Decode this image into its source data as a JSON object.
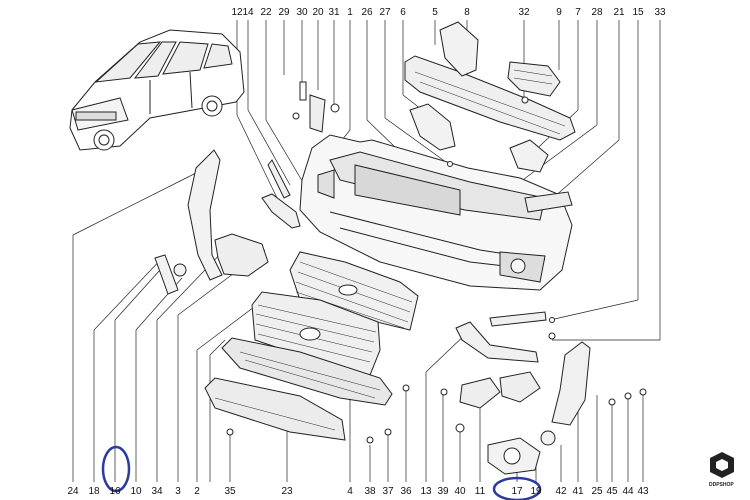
{
  "top_callouts": [
    "12",
    "14",
    "22",
    "29",
    "30",
    "20",
    "31",
    "1",
    "26",
    "27",
    "6",
    "5",
    "8",
    "32",
    "9",
    "7",
    "28",
    "21",
    "15",
    "33"
  ],
  "bottom_callouts": [
    "24",
    "18",
    "16",
    "10",
    "34",
    "3",
    "2",
    "35",
    "23",
    "4",
    "38",
    "37",
    "36",
    "13",
    "39",
    "40",
    "11",
    "17",
    "19",
    "42",
    "41",
    "25",
    "45",
    "44",
    "43"
  ],
  "highlighted_callouts": [
    "16",
    "17"
  ],
  "highlight_color": "#2e3a9e",
  "watermark": {
    "text": "DDPSHOP",
    "icon": "ddpshop-logo-icon"
  }
}
